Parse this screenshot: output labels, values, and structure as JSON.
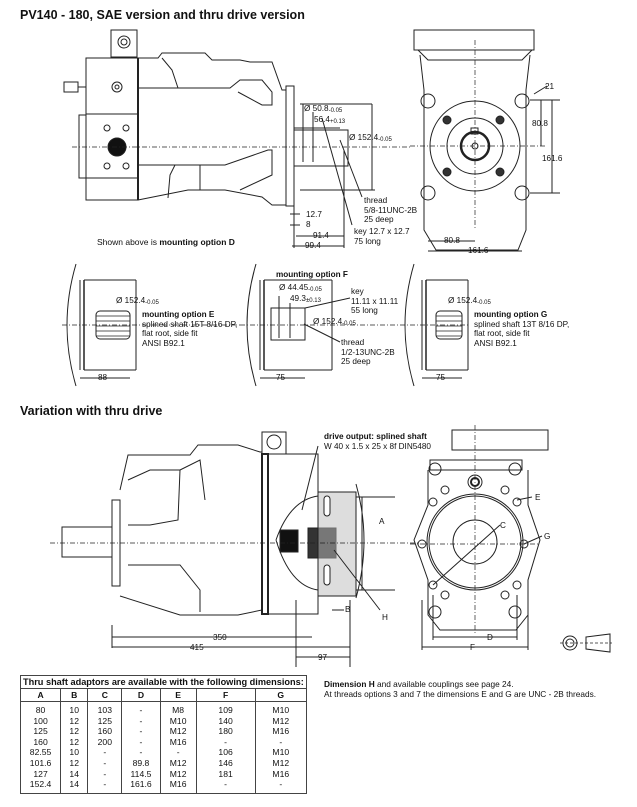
{
  "page": {
    "title": "PV140 - 180, SAE version and thru drive version",
    "section2_title": "Variation with thru drive"
  },
  "sae_view": {
    "caption_prefix": "Shown above is ",
    "caption_bold": "mounting option D",
    "dims": {
      "shaft_dia": "Ø 50.8",
      "shaft_dia_tol": "-0.05",
      "key_height": "56.4",
      "key_height_tol": "+0.13",
      "pilot_dia": "Ø 152.4",
      "pilot_dia_tol": "-0.05",
      "thread_line1": "thread",
      "thread_line2": "5/8-11UNC-2B",
      "thread_line3": "25 deep",
      "d_12_7": "12.7",
      "d_8": "8",
      "d_91_4": "91.4",
      "d_99_4": "99.4",
      "key_line1": "key 12.7 x 12.7",
      "key_line2": "75 long"
    }
  },
  "front_view": {
    "hole_dia": "21",
    "half_height": "80.8",
    "height": "161.6",
    "half_width": "80.8",
    "width": "161.6"
  },
  "option_e": {
    "pilot_dia": "Ø 152.4",
    "pilot_dia_tol": "-0.05",
    "title": "mounting option E",
    "line1": "splined shaft 15T 8/16 DP,",
    "line2": "flat root, side fit",
    "line3": "ANSI B92.1",
    "length": "88"
  },
  "option_f": {
    "title": "mounting option F",
    "shaft_dia": "Ø 44.45",
    "shaft_dia_tol": "-0.05",
    "key_height": "49.3",
    "key_height_tol": "±0.13",
    "key_line1": "key",
    "key_line2": "11.11 x 11.11",
    "key_line3": "55 long",
    "pilot_dia": "Ø 152.4",
    "pilot_dia_tol": "-0.05",
    "thread_line1": "thread",
    "thread_line2": "1/2-13UNC-2B",
    "thread_line3": "25 deep",
    "length": "75"
  },
  "option_g": {
    "pilot_dia": "Ø 152.4",
    "pilot_dia_tol": "-0.05",
    "title": "mounting option G",
    "line1": "splined shaft 13T 8/16 DP,",
    "line2": "flat root, side fit",
    "line3": "ANSI B92.1",
    "length": "75"
  },
  "thru_drive": {
    "drive_title": "drive output: splined shaft",
    "drive_spec": "W 40 x 1.5 x 25 x 8f DIN5480",
    "label_a": "A",
    "label_b": "B",
    "label_h": "H",
    "len_350": "350",
    "len_415": "415",
    "len_97": "97",
    "label_c": "C",
    "label_d": "D",
    "label_e": "E",
    "label_f": "F",
    "label_g": "G"
  },
  "adaptor_table": {
    "caption": "Thru shaft adaptors are available with the following dimensions:",
    "headers": [
      "A",
      "B",
      "C",
      "D",
      "E",
      "F",
      "G"
    ],
    "rows": [
      [
        "80",
        "10",
        "103",
        "-",
        "M8",
        "109",
        "M10"
      ],
      [
        "100",
        "12",
        "125",
        "-",
        "M10",
        "140",
        "M12"
      ],
      [
        "125",
        "12",
        "160",
        "-",
        "M12",
        "180",
        "M16"
      ],
      [
        "160",
        "12",
        "200",
        "-",
        "M16",
        "-",
        "-"
      ],
      [
        "82.55",
        "10",
        "-",
        "-",
        "-",
        "106",
        "M10"
      ],
      [
        "101.6",
        "12",
        "-",
        "89.8",
        "M12",
        "146",
        "M12"
      ],
      [
        "127",
        "14",
        "-",
        "114.5",
        "M12",
        "181",
        "M16"
      ],
      [
        "152.4",
        "14",
        "-",
        "161.6",
        "M16",
        "-",
        "-"
      ]
    ]
  },
  "notes": {
    "bold": "Dimension H",
    "line1_rest": " and available couplings see page 24.",
    "line2": "At threads options 3 and 7 the dimensions E and G are UNC - 2B threads."
  }
}
